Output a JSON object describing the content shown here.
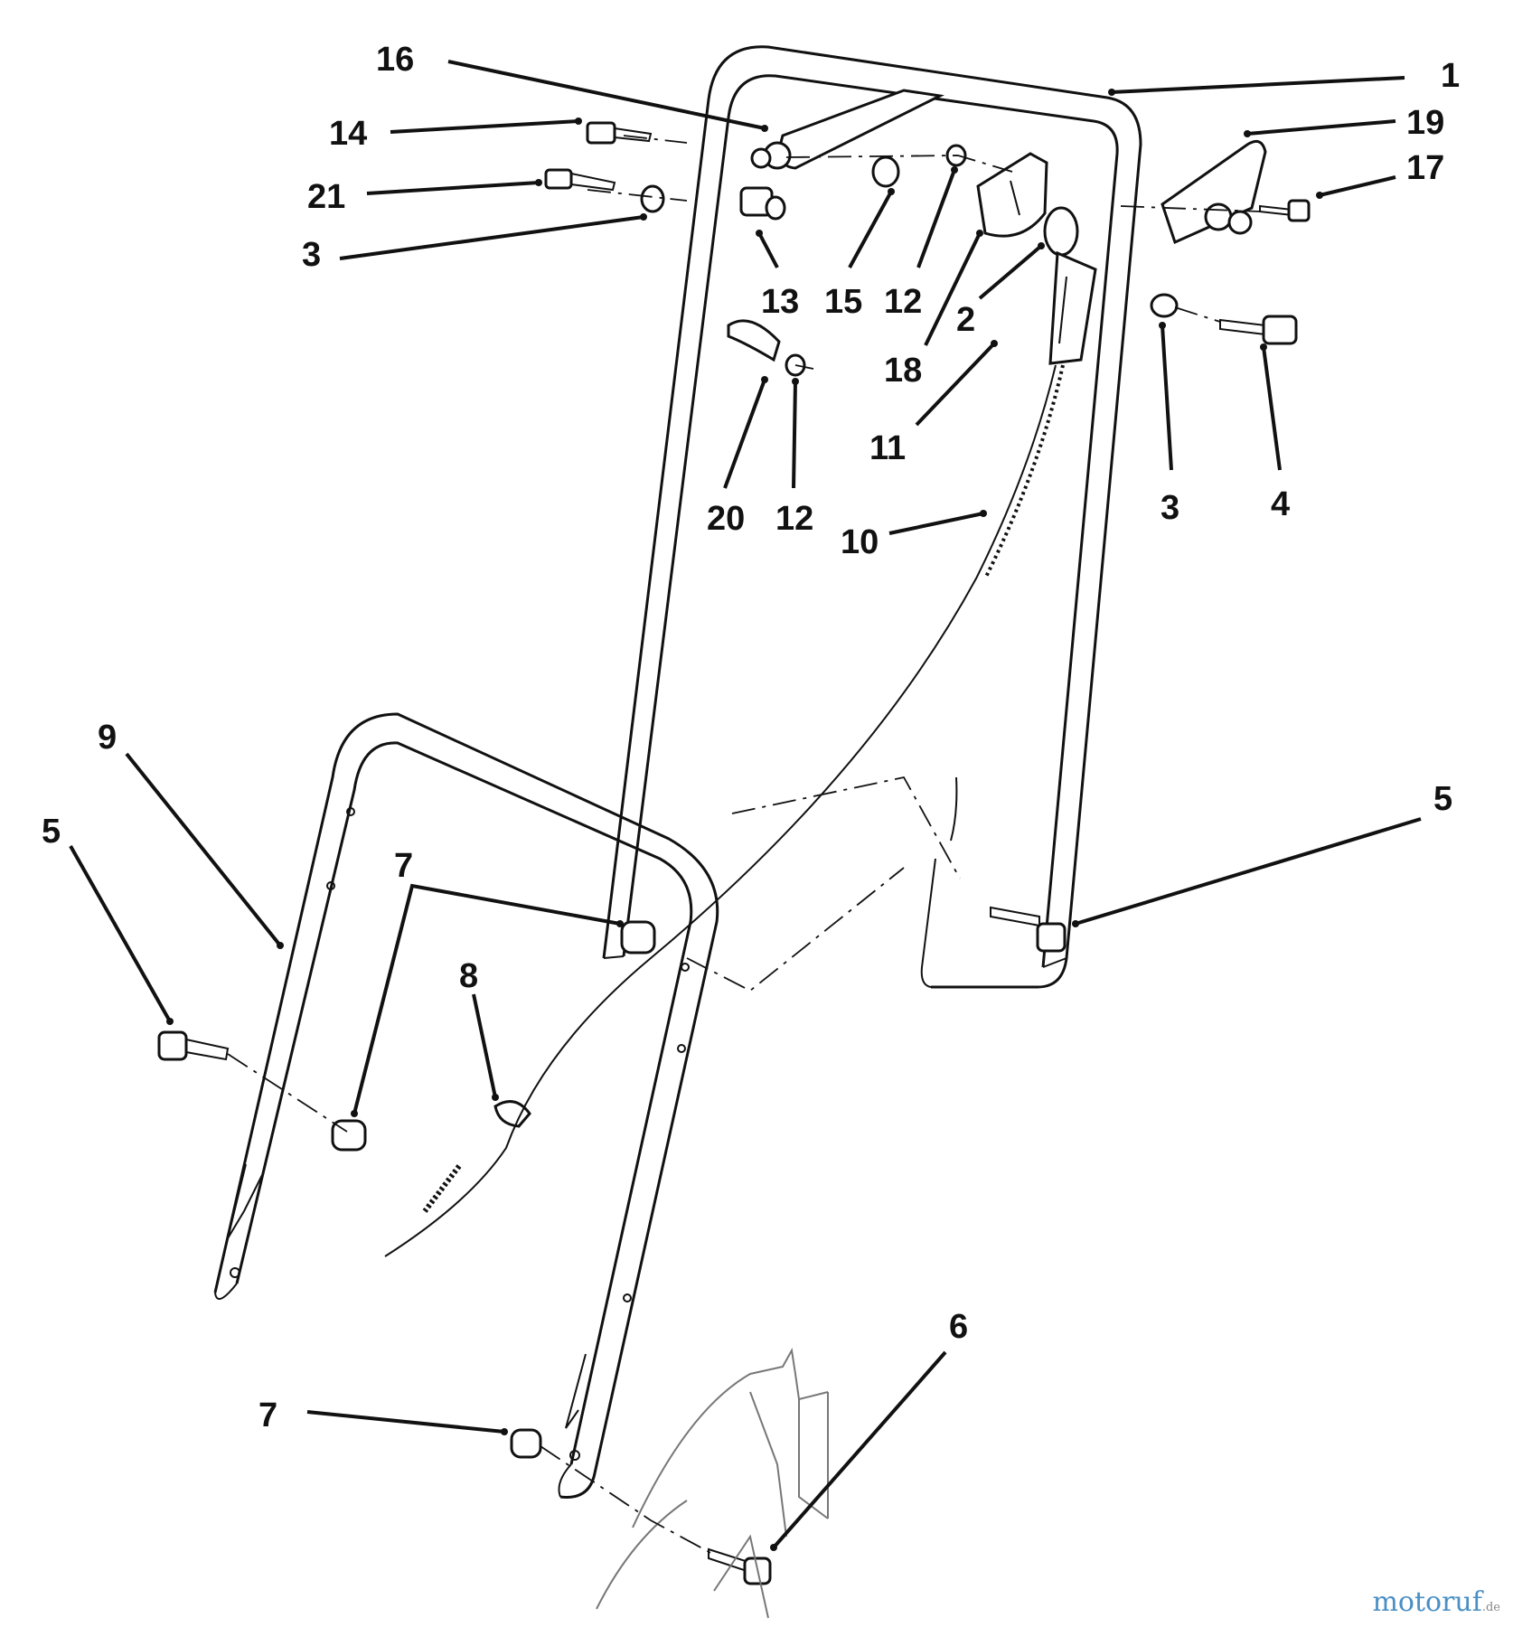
{
  "diagram": {
    "callouts": [
      {
        "id": "c16",
        "label": "16"
      },
      {
        "id": "c14",
        "label": "14"
      },
      {
        "id": "c21",
        "label": "21"
      },
      {
        "id": "c3a",
        "label": "3"
      },
      {
        "id": "c13",
        "label": "13"
      },
      {
        "id": "c15",
        "label": "15"
      },
      {
        "id": "c12a",
        "label": "12"
      },
      {
        "id": "c18",
        "label": "18"
      },
      {
        "id": "c2",
        "label": "2"
      },
      {
        "id": "c1",
        "label": "1"
      },
      {
        "id": "c19",
        "label": "19"
      },
      {
        "id": "c17",
        "label": "17"
      },
      {
        "id": "c3b",
        "label": "3"
      },
      {
        "id": "c4",
        "label": "4"
      },
      {
        "id": "c11",
        "label": "11"
      },
      {
        "id": "c20",
        "label": "20"
      },
      {
        "id": "c12b",
        "label": "12"
      },
      {
        "id": "c10",
        "label": "10"
      },
      {
        "id": "c9",
        "label": "9"
      },
      {
        "id": "c5a",
        "label": "5"
      },
      {
        "id": "c7a",
        "label": "7"
      },
      {
        "id": "c8",
        "label": "8"
      },
      {
        "id": "c5b",
        "label": "5"
      },
      {
        "id": "c6",
        "label": "6"
      },
      {
        "id": "c7b",
        "label": "7"
      }
    ]
  },
  "watermark": {
    "brand": "motoruf",
    "suffix": ".de",
    "color": "#4a8fc4"
  }
}
